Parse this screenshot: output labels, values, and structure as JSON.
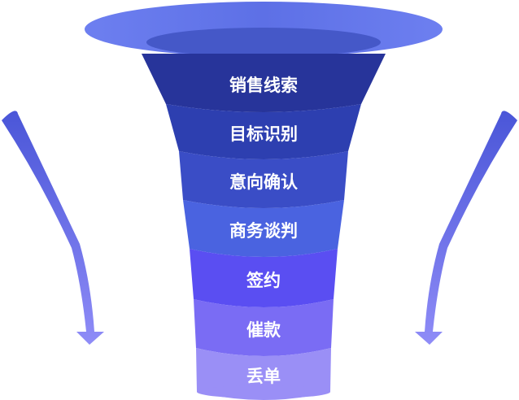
{
  "funnel": {
    "stages": [
      {
        "label": "销售线索",
        "color": "#27349a"
      },
      {
        "label": "目标识别",
        "color": "#2d3fb0"
      },
      {
        "label": "意向确认",
        "color": "#3a4dc6"
      },
      {
        "label": "商务谈判",
        "color": "#4a63e0"
      },
      {
        "label": "签约",
        "color": "#5a4ef2"
      },
      {
        "label": "催款",
        "color": "#7a6cf4"
      },
      {
        "label": "丢单",
        "color": "#9a8ff6"
      }
    ],
    "rim_color": "#5f74ea",
    "inner_color": "#4558c8"
  },
  "arrows": {
    "color": "#6f6ff0",
    "direction": "down"
  }
}
